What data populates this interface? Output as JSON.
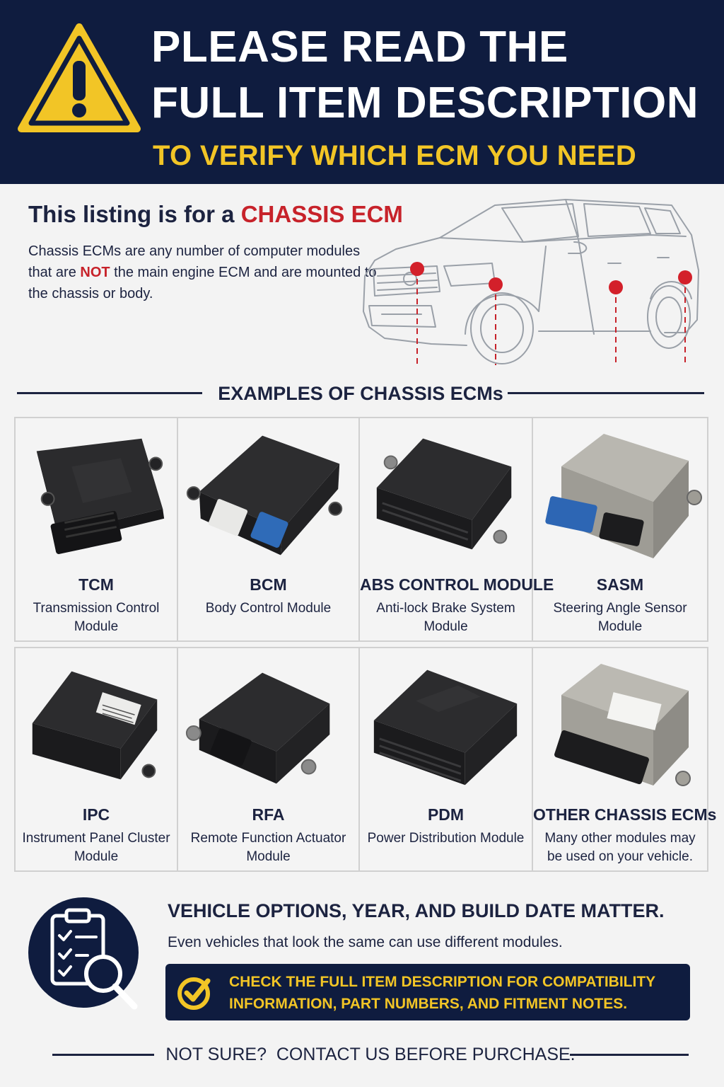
{
  "header": {
    "line1": "PLEASE READ THE",
    "line2": "FULL ITEM DESCRIPTION",
    "subtitle": "TO VERIFY WHICH ECM YOU NEED",
    "icon": "warning-triangle-icon",
    "colors": {
      "background": "#0f1c3f",
      "accent": "#f2c526",
      "text": "#ffffff"
    }
  },
  "intro": {
    "title_prefix": "This listing is for a ",
    "title_highlight": "CHASSIS ECM",
    "text_before": "Chassis ECMs are any number of computer modules that are ",
    "text_highlight": "NOT",
    "text_after": " the main engine ECM and are mounted to the chassis or body.",
    "highlight_color": "#c7222a"
  },
  "section": {
    "heading": "EXAMPLES OF CHASSIS ECMs"
  },
  "modules": [
    {
      "code": "TCM",
      "desc": "Transmission Control Module"
    },
    {
      "code": "BCM",
      "desc": "Body Control Module"
    },
    {
      "code": "ABS CONTROL MODULE",
      "desc": "Anti-lock Brake System Module"
    },
    {
      "code": "SASM",
      "desc": "Steering Angle Sensor Module"
    },
    {
      "code": "IPC",
      "desc": "Instrument Panel Cluster Module"
    },
    {
      "code": "RFA",
      "desc": "Remote Function Actuator Module"
    },
    {
      "code": "PDM",
      "desc": "Power Distribution Module"
    },
    {
      "code": "OTHER CHASSIS ECMs",
      "desc": "Many other modules may be used on your vehicle."
    }
  ],
  "bottom": {
    "title": "VEHICLE OPTIONS, YEAR, AND BUILD DATE MATTER.",
    "text": "Even vehicles that look the same can use different modules.",
    "check_text": "CHECK THE FULL ITEM DESCRIPTION FOR COMPATIBILITY INFORMATION, PART NUMBERS, AND FITMENT NOTES.",
    "icons": [
      "clipboard-magnifier-icon",
      "check-circle-icon"
    ]
  },
  "footer": {
    "text": "NOT SURE?  CONTACT US BEFORE PURCHASE."
  }
}
